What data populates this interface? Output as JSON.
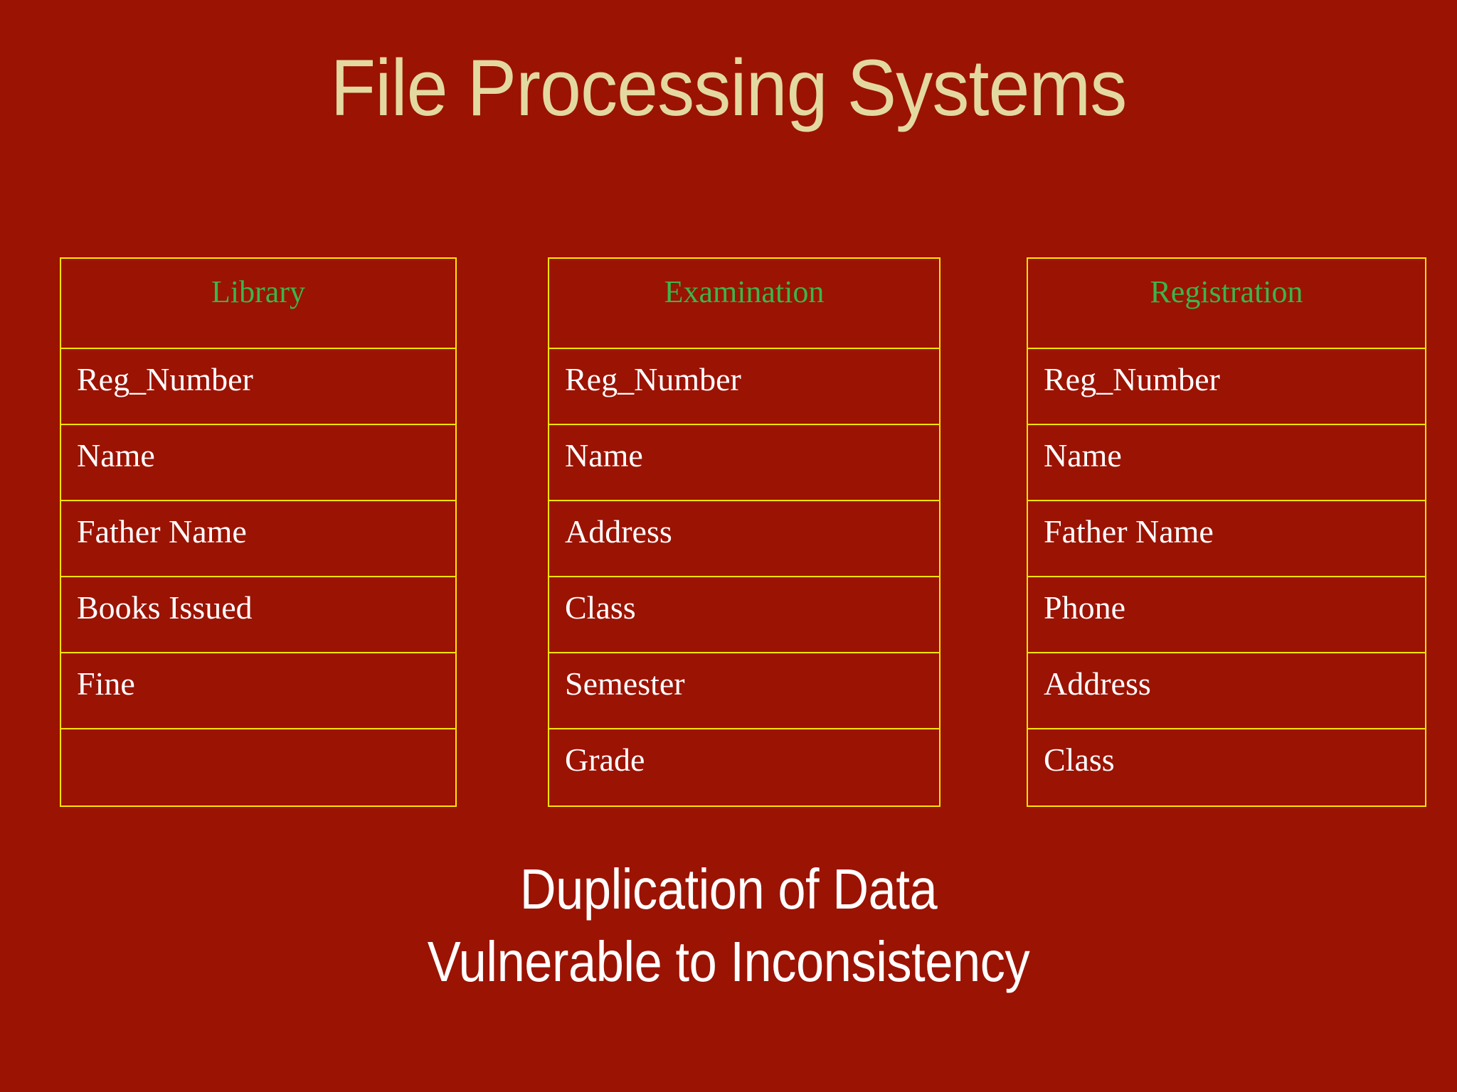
{
  "slide": {
    "title": "File Processing Systems",
    "background_color": "#9b1303",
    "title_color": "#e3d9a0",
    "border_color": "#ffe400",
    "header_text_color": "#3cb54a",
    "cell_text_color": "#ffffff"
  },
  "tables": [
    {
      "header": "Library",
      "rows": [
        "Reg_Number",
        "Name",
        "Father Name",
        "Books Issued",
        "Fine",
        ""
      ]
    },
    {
      "header": "Examination",
      "rows": [
        "Reg_Number",
        "Name",
        "Address",
        "Class",
        "Semester",
        "Grade"
      ]
    },
    {
      "header": "Registration",
      "rows": [
        "Reg_Number",
        "Name",
        "Father Name",
        "Phone",
        "Address",
        "Class"
      ]
    }
  ],
  "bottom_lines": [
    "Duplication of Data",
    "Vulnerable to Inconsistency"
  ]
}
